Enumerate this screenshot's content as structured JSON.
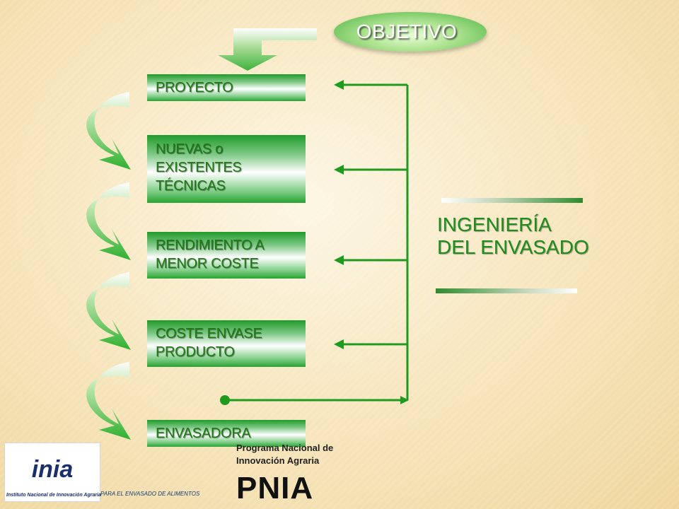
{
  "objective": {
    "label": "OBJETIVO"
  },
  "steps": [
    {
      "lines": [
        "PROYECTO"
      ]
    },
    {
      "lines": [
        "NUEVAS o",
        "EXISTENTES",
        "TÉCNICAS"
      ]
    },
    {
      "lines": [
        "RENDIMIENTO A",
        "MENOR COSTE"
      ]
    },
    {
      "lines": [
        "COSTE ENVASE",
        "PRODUCTO"
      ]
    },
    {
      "lines": [
        "ENVASADORA"
      ]
    }
  ],
  "engineering": {
    "lines": [
      "INGENIERÍA",
      "DEL ENVASADO"
    ]
  },
  "logo": {
    "name": "inia",
    "caption": "Instituto Nacional de Innovación Agraria"
  },
  "footer": {
    "left_text": "PARA EL ENVASADO DE ALIMENTOS"
  },
  "program": {
    "lines": [
      "Programa Nacional  de",
      "Innovación Agraria"
    ],
    "acronym": "PNIA"
  },
  "colors": {
    "primary_green": "#2aa52f",
    "line_green": "#1e9b1e",
    "text_green": "#1f7a16",
    "background": "#f7e7c0"
  }
}
